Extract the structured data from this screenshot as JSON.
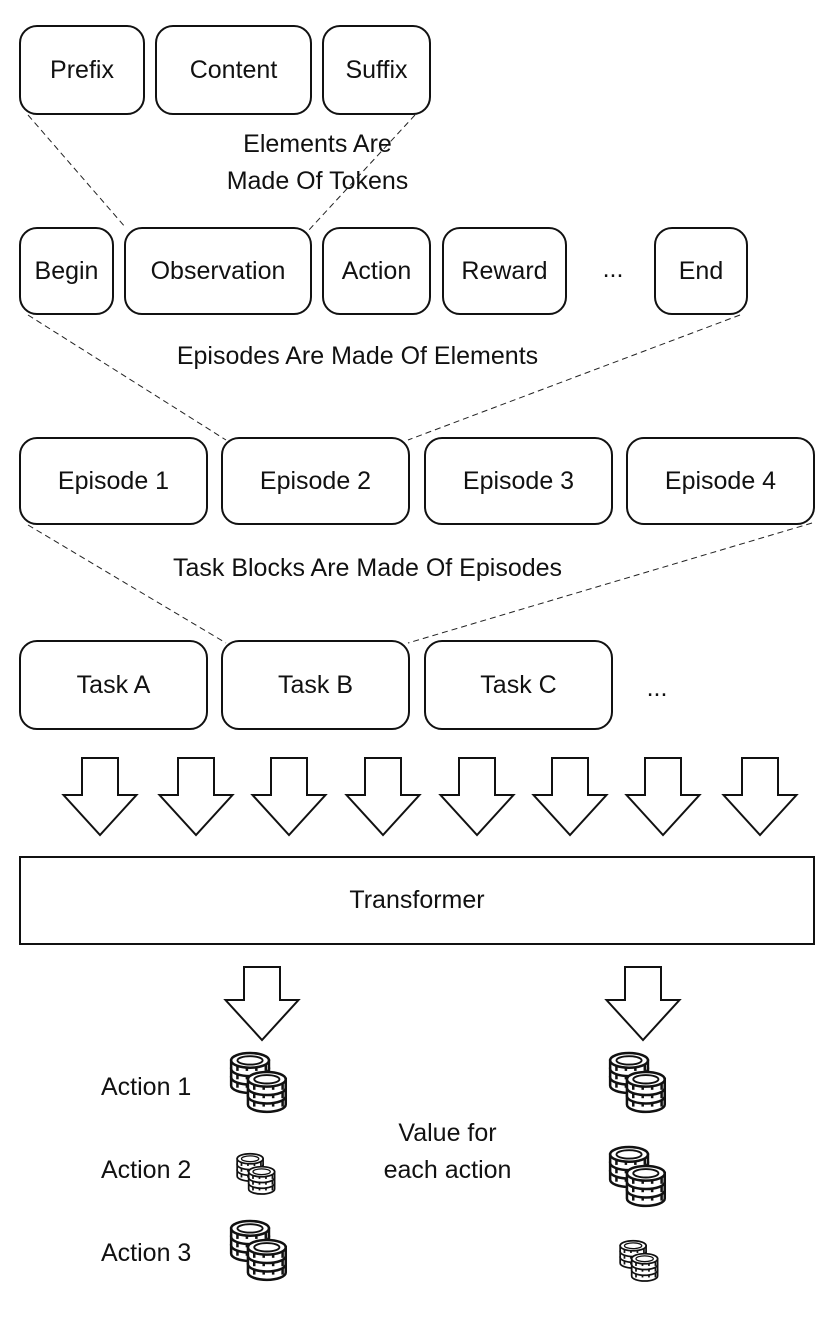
{
  "tokens": {
    "prefix": "Prefix",
    "content": "Content",
    "suffix": "Suffix"
  },
  "captions": {
    "tokens_line1": "Elements Are",
    "tokens_line2": "Made Of Tokens",
    "elements": "Episodes Are Made Of Elements",
    "episodes": "Task Blocks Are Made Of Episodes",
    "value_line1": "Value for",
    "value_line2": "each action"
  },
  "elements": {
    "begin": "Begin",
    "observation": "Observation",
    "action": "Action",
    "reward": "Reward",
    "ellipsis": "...",
    "end": "End"
  },
  "episodes": [
    "Episode 1",
    "Episode 2",
    "Episode 3",
    "Episode 4"
  ],
  "tasks": {
    "a": "Task A",
    "b": "Task B",
    "c": "Task C",
    "ellipsis": "..."
  },
  "transformer": "Transformer",
  "actions": [
    "Action 1",
    "Action 2",
    "Action 3"
  ],
  "icons": {
    "arrow": "down-arrow-icon",
    "coins": "coin-stack-icon"
  }
}
